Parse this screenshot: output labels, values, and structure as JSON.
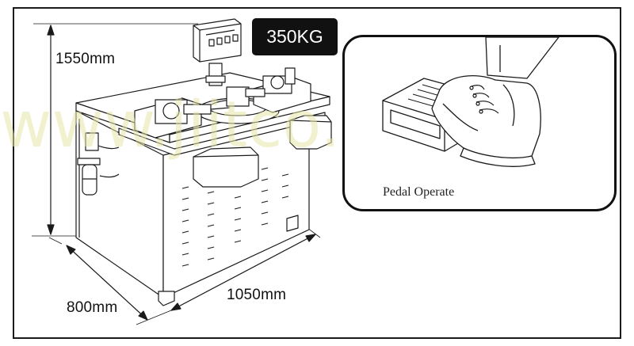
{
  "dimensions": {
    "height": "1550mm",
    "depth": "800mm",
    "width": "1050mm"
  },
  "weight": "350KG",
  "inset": {
    "label": "Pedal Operate"
  },
  "watermark": "www.jiitco.com",
  "colors": {
    "line": "#1a1a1a",
    "badge_bg": "#111111",
    "watermark": "#e8e6a8"
  }
}
